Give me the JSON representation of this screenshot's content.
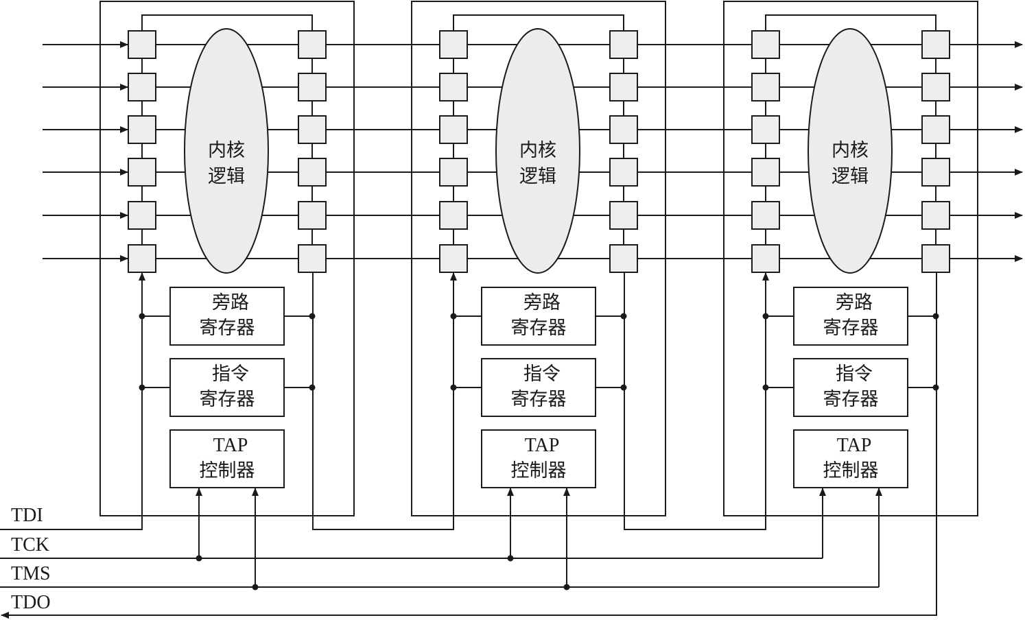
{
  "chips": [
    {
      "core_label": [
        "内核",
        "逻辑"
      ],
      "bypass_register": [
        "旁路",
        "寄存器"
      ],
      "instruction_register": [
        "指令",
        "寄存器"
      ],
      "tap_controller": [
        "TAP",
        "控制器"
      ]
    },
    {
      "core_label": [
        "内核",
        "逻辑"
      ],
      "bypass_register": [
        "旁路",
        "寄存器"
      ],
      "instruction_register": [
        "指令",
        "寄存器"
      ],
      "tap_controller": [
        "TAP",
        "控制器"
      ]
    },
    {
      "core_label": [
        "内核",
        "逻辑"
      ],
      "bypass_register": [
        "旁路",
        "寄存器"
      ],
      "instruction_register": [
        "指令",
        "寄存器"
      ],
      "tap_controller": [
        "TAP",
        "控制器"
      ]
    }
  ],
  "signals": {
    "tdi": "TDI",
    "tck": "TCK",
    "tms": "TMS",
    "tdo": "TDO"
  },
  "colors": {
    "line": "#1a1a1a",
    "cell_fill": "#eeeeee",
    "core_fill": "#ececec"
  }
}
